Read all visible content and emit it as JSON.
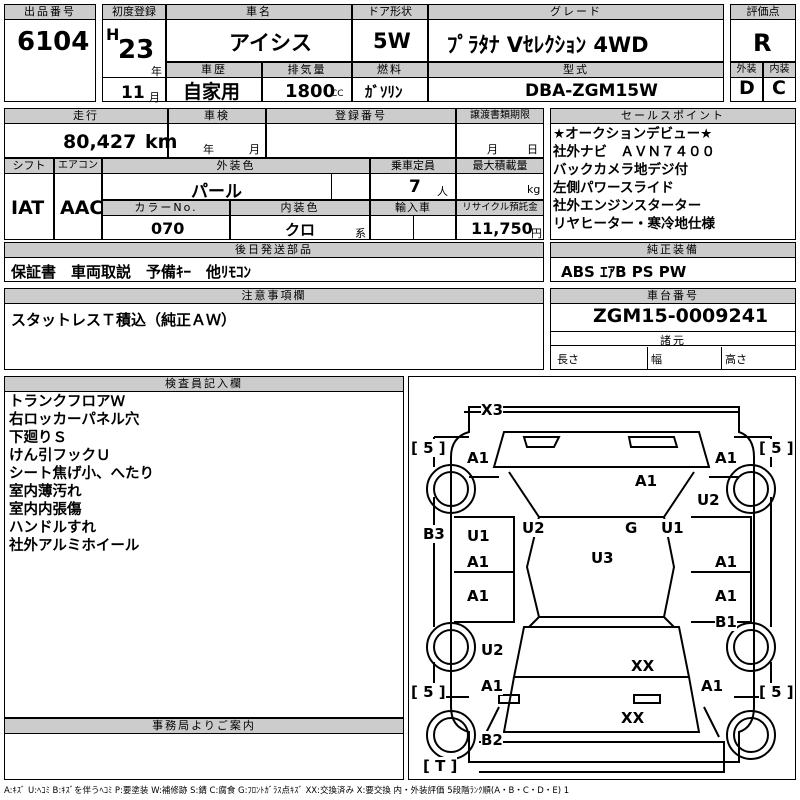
{
  "headers": {
    "lot_no": "出品番号",
    "first_reg": "初度登録",
    "car_name": "車名",
    "door": "ドア形状",
    "grade": "グレード",
    "eval": "評価点",
    "history": "車歴",
    "displacement": "排気量",
    "fuel": "燃料",
    "model": "型式",
    "exterior": "外装",
    "interior": "内装",
    "mileage": "走行",
    "inspection": "車検",
    "reg_no": "登録番号",
    "transfer_deadline": "譲渡書類期限",
    "sales_point": "セールスポイント",
    "shift": "シフト",
    "aircon": "エアコン",
    "ext_color": "外装色",
    "capacity": "乗車定員",
    "max_load": "最大積載量",
    "color_no": "カラーNo.",
    "int_color": "内装色",
    "import": "輸入車",
    "recycle": "リサイクル預託金",
    "later_parts": "後日発送部品",
    "genuine": "純正装備",
    "notes": "注意事項欄",
    "chassis_no": "車台番号",
    "dimensions": "諸元",
    "inspector": "検査員記入欄",
    "office": "事務局よりご案内"
  },
  "lot_number": "6104",
  "era": "H",
  "year": "23",
  "year_unit": "年",
  "month": "11",
  "month_unit": "月",
  "car_name": "アイシス",
  "door": "5W",
  "grade": "ﾌﾟﾗﾀﾅ Vｾﾚｸｼｮﾝ 4WD",
  "eval_score": "R",
  "car_history": "自家用",
  "displacement": "1800",
  "displacement_unit": "CC",
  "fuel": "ｶﾞｿﾘﾝ",
  "model_code": "DBA-ZGM15W",
  "ext_score": "D",
  "int_score": "C",
  "mileage": "80,427",
  "mileage_unit": "km",
  "insp_year_unit": "年",
  "insp_month_unit": "月",
  "deadline_month_unit": "月",
  "deadline_day_unit": "日",
  "sales_points": [
    "★オークションデビュー★",
    "社外ナビ　ＡＶＮ７４００",
    "バックカメラ地デジ付",
    "左側パワースライド",
    "社外エンジンスターター",
    "リヤヒーター・寒冷地仕様"
  ],
  "shift": "IAT",
  "aircon": "AAC",
  "ext_color": "パール",
  "capacity": "7",
  "capacity_unit": "人",
  "max_load_unit": "kg",
  "color_no": "070",
  "int_color": "クロ",
  "int_color_unit": "系",
  "recycle_fee": "11,750",
  "recycle_unit": "円",
  "later_parts": "保証書　車両取説　予備ｷｰ　他ﾘﾓｺﾝ",
  "genuine_equipment": "ABS ｴｱB PS PW",
  "notes": "スタットレスＴ積込（純正ＡＷ）",
  "chassis_number": "ZGM15-0009241",
  "dim_length": "長さ",
  "dim_width": "幅",
  "dim_height": "高さ",
  "inspector_notes": [
    "トランクフロアＷ",
    "右ロッカーパネル穴",
    "下廻りＳ",
    "けん引フックＵ",
    "シート焦げ小、へたり",
    "室内薄汚れ",
    "室内内張傷",
    "ハンドルすれ",
    "社外アルミホイール"
  ],
  "diagram_labels": {
    "x3": "X3",
    "tire_fl": "[ 5 ]",
    "tire_fr": "[ 5 ]",
    "tire_rl": "[ 5 ]",
    "tire_rr": "[ 5 ]",
    "tire_t": "[ T ]",
    "a1_fl": "A1",
    "a1_fr": "A1",
    "a1_hood": "A1",
    "u2_fr": "U2",
    "b3": "B3",
    "u1_l": "U1",
    "u2_c": "U2",
    "g": "G",
    "u1_r": "U1",
    "a1_ld": "A1",
    "a1_rd": "A1",
    "u3": "U3",
    "a1_lr": "A1",
    "a1_rr": "A1",
    "b1": "B1",
    "u2_rl": "U2",
    "xx_c": "XX",
    "a1_rl": "A1",
    "a1_rrq": "A1",
    "xx_b": "XX",
    "b2": "B2"
  },
  "legend": "A:ｷｽﾞ U:ﾍｺﾐ B:ｷｽﾞを伴うﾍｺﾐ P:要塗装 W:補修跡 S:錆 C:腐食 G:ﾌﾛﾝﾄｶﾞﾗｽ点ｷｽﾞ XX:交換済み X:要交換 内・外装評価 5段階ﾗﾝｸ順(A・B・C・D・E) 1"
}
